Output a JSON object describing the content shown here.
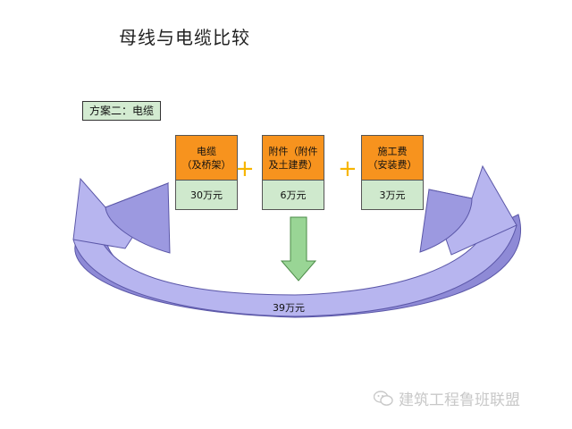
{
  "title": "母线与电缆比较",
  "scheme_label": "方案二：电缆",
  "boxes": [
    {
      "label_line1": "电缆",
      "label_line2": "（及桥架）",
      "value": "30万元"
    },
    {
      "label_line1": "附件（附件",
      "label_line2": "及土建费）",
      "value": "6万元"
    },
    {
      "label_line1": "施工费",
      "label_line2": "（安装费）",
      "value": "3万元"
    }
  ],
  "plus_sign": "+",
  "total": "39万元",
  "watermark": "建筑工程鲁班联盟",
  "colors": {
    "box_header": "#f7931e",
    "box_value": "#cfe9cd",
    "arrow_fill": "#b7b5ef",
    "down_arrow": "#99d595",
    "plus": "#f7b500"
  }
}
